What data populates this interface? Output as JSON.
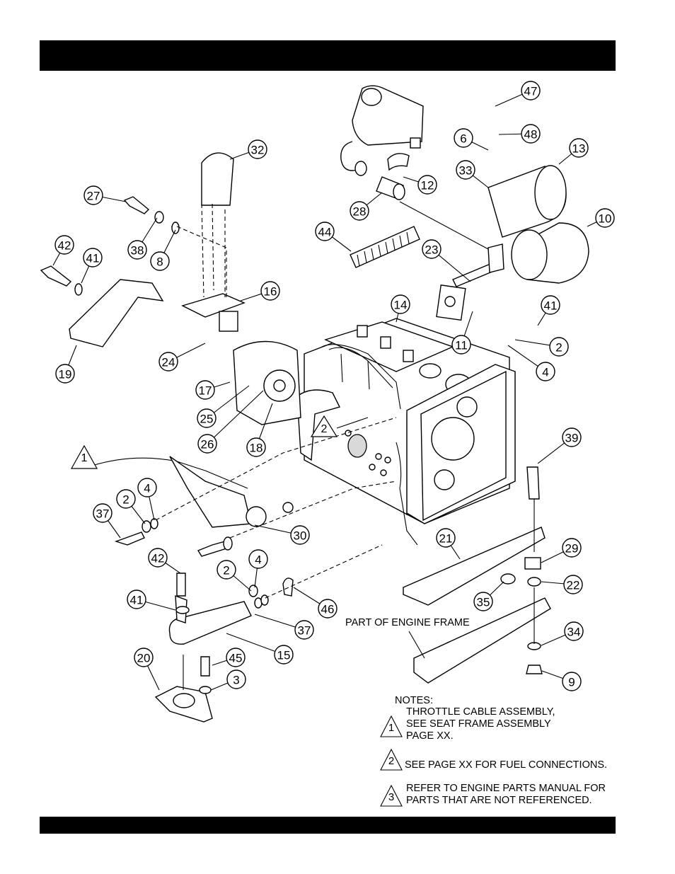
{
  "callouts": [
    {
      "n": "47"
    },
    {
      "n": "6"
    },
    {
      "n": "48"
    },
    {
      "n": "13"
    },
    {
      "n": "33"
    },
    {
      "n": "10"
    },
    {
      "n": "32"
    },
    {
      "n": "12"
    },
    {
      "n": "28"
    },
    {
      "n": "27"
    },
    {
      "n": "38"
    },
    {
      "n": "8"
    },
    {
      "n": "42"
    },
    {
      "n": "41"
    },
    {
      "n": "44"
    },
    {
      "n": "23"
    },
    {
      "n": "16"
    },
    {
      "n": "14"
    },
    {
      "n": "41"
    },
    {
      "n": "11"
    },
    {
      "n": "2"
    },
    {
      "n": "4"
    },
    {
      "n": "19"
    },
    {
      "n": "24"
    },
    {
      "n": "17"
    },
    {
      "n": "25"
    },
    {
      "n": "26"
    },
    {
      "n": "18"
    },
    {
      "n": "39"
    },
    {
      "n": "4"
    },
    {
      "n": "2"
    },
    {
      "n": "37"
    },
    {
      "n": "30"
    },
    {
      "n": "21"
    },
    {
      "n": "29"
    },
    {
      "n": "42"
    },
    {
      "n": "4"
    },
    {
      "n": "2"
    },
    {
      "n": "22"
    },
    {
      "n": "35"
    },
    {
      "n": "41"
    },
    {
      "n": "46"
    },
    {
      "n": "37"
    },
    {
      "n": "15"
    },
    {
      "n": "34"
    },
    {
      "n": "20"
    },
    {
      "n": "45"
    },
    {
      "n": "3"
    },
    {
      "n": "9"
    }
  ],
  "flags": {
    "throttle": "1",
    "fuel": "2"
  },
  "frame_label": "PART OF ENGINE FRAME",
  "notes": {
    "title": "NOTES:",
    "items": [
      {
        "num": "1",
        "text": "THROTTLE CABLE ASSEMBLY,\nSEE SEAT FRAME ASSEMBLY\nPAGE XX."
      },
      {
        "num": "2",
        "text": "SEE PAGE XX FOR FUEL CONNECTIONS."
      },
      {
        "num": "3",
        "text": "REFER TO ENGINE PARTS MANUAL FOR\nPARTS THAT ARE NOT REFERENCED."
      }
    ]
  }
}
